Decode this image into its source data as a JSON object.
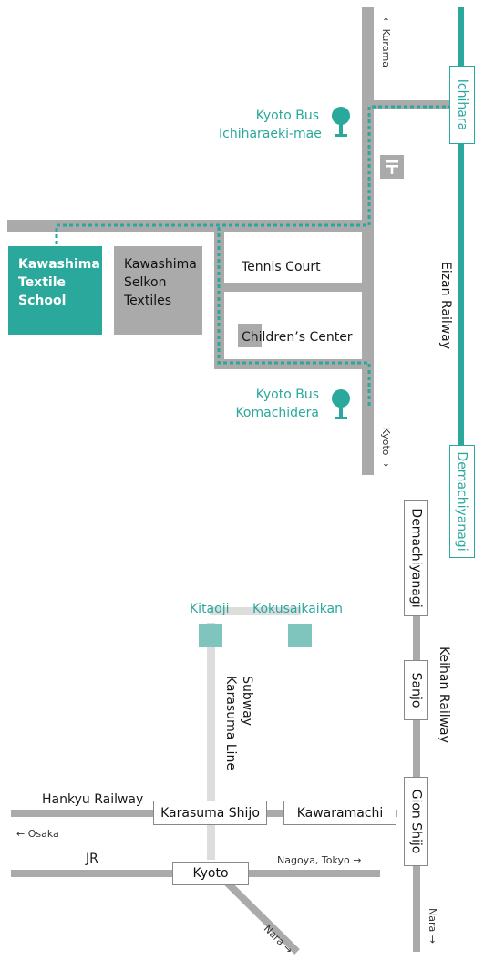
{
  "colors": {
    "road": "#aaaaaa",
    "teal": "#2aa89c",
    "teal_box": "#7fc4bd",
    "subway": "#dddddd"
  },
  "upper_map": {
    "direction_kurama": "← Kurama",
    "direction_kyoto": "Kyoto →",
    "bus_stop_1": {
      "line1": "Kyoto Bus",
      "line2": "Ichiharaeki-mae",
      "icon": "bus-stop-icon"
    },
    "bus_stop_2": {
      "line1": "Kyoto Bus",
      "line2": "Komachidera",
      "icon": "bus-stop-icon"
    },
    "post_office_icon": "post-office-icon",
    "school": {
      "line1": "Kawashima",
      "line2": "Textile",
      "line3": "School"
    },
    "selkon": {
      "line1": "Kawashima",
      "line2": "Selkon",
      "line3": "Textiles"
    },
    "tennis_court": "Tennis Court",
    "childrens_center": "Children’s Center",
    "eizan_railway": "Eizan Railway",
    "station_ichihara": "Ichihara",
    "station_demachiyanagi": "Demachiyanagi"
  },
  "lower_map": {
    "kitaoji": "Kitaoji",
    "kokusaikaikan": "Kokusaikaikan",
    "subway_line1": "Subway",
    "subway_line2": "Karasuma Line",
    "hankyu": "Hankyu Railway",
    "osaka": "← Osaka",
    "jr": "JR",
    "nagoya_tokyo": "Nagoya, Tokyo →",
    "nara_left": "Nara →",
    "nara_right": "Nara →",
    "keihan": "Keihan Railway",
    "station_karasuma_shijo": "Karasuma Shijo",
    "station_kawaramachi": "Kawaramachi",
    "station_kyoto": "Kyoto",
    "station_demachiyanagi": "Demachiyanagi",
    "station_sanjo": "Sanjo",
    "station_gion_shijo": "Gion Shijo"
  }
}
